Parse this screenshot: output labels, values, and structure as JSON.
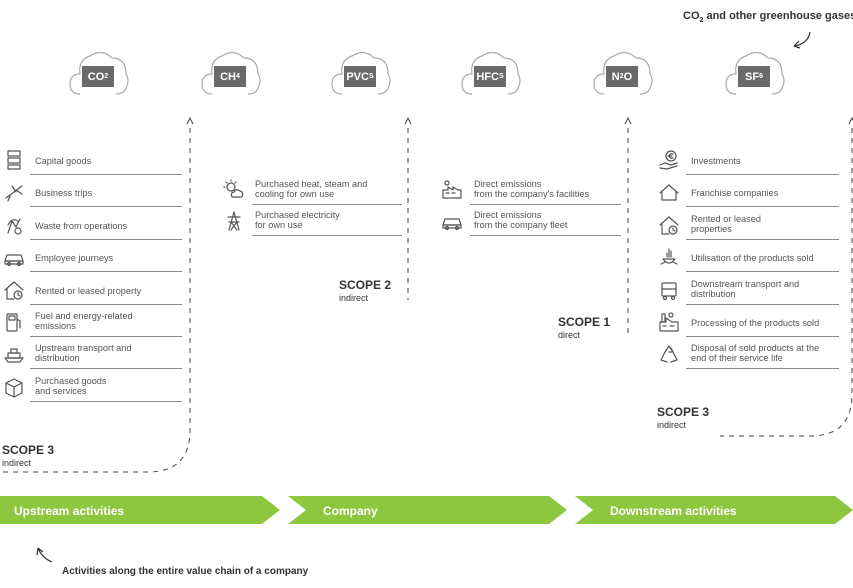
{
  "top_note": {
    "prefix": "CO",
    "sub": "2",
    "suffix": " and other greenhouse gases"
  },
  "gases": [
    {
      "main": "CO",
      "sub": "2"
    },
    {
      "main": "CH",
      "sub": "4"
    },
    {
      "main": "PVC",
      "sub": "S"
    },
    {
      "main": "HFC",
      "sub": "S"
    },
    {
      "main": "N",
      "sub": "2",
      "tail": "O"
    },
    {
      "main": "SF",
      "sub": "6"
    }
  ],
  "scope3_upstream": {
    "title": "SCOPE 3",
    "sub": "indirect",
    "items": [
      {
        "label": "Capital goods",
        "icon": "capital-goods-icon"
      },
      {
        "label": "Business trips",
        "icon": "airplane-icon"
      },
      {
        "label": "Waste from operations",
        "icon": "waste-icon"
      },
      {
        "label": "Employee journeys",
        "icon": "car-icon"
      },
      {
        "label": "Rented or leased property",
        "icon": "house-clock-icon"
      },
      {
        "label": "Fuel and energy-related\nemissions",
        "icon": "fuel-pump-icon"
      },
      {
        "label": "Upstream transport and\ndistribution",
        "icon": "ship-icon"
      },
      {
        "label": "Purchased goods\nand services",
        "icon": "box-icon"
      }
    ]
  },
  "scope2": {
    "title": "SCOPE 2",
    "sub": "indirect",
    "items": [
      {
        "label": "Purchased heat, steam and\ncooling for own use",
        "icon": "sun-cloud-icon"
      },
      {
        "label": "Purchased electricity\nfor own use",
        "icon": "power-tower-icon"
      }
    ]
  },
  "scope1": {
    "title": "SCOPE 1",
    "sub": "direct",
    "items": [
      {
        "label": "Direct emissions\nfrom the company's facilities",
        "icon": "factory-icon"
      },
      {
        "label": "Direct emissions\nfrom the company fleet",
        "icon": "car-icon"
      }
    ]
  },
  "scope3_downstream": {
    "title": "SCOPE 3",
    "sub": "indirect",
    "items": [
      {
        "label": "Investments",
        "icon": "euro-hand-icon"
      },
      {
        "label": "Franchise companies",
        "icon": "house-icon"
      },
      {
        "label": "Rented or leased\nproperties",
        "icon": "house-clock-icon"
      },
      {
        "label": "Utilisation of the products sold",
        "icon": "product-use-icon"
      },
      {
        "label": "Downstream transport and\ndistribution",
        "icon": "truck-icon"
      },
      {
        "label": "Processing of the products sold",
        "icon": "processing-plant-icon"
      },
      {
        "label": "Disposal of sold products at the\nend of their service life",
        "icon": "recycle-icon"
      }
    ]
  },
  "bands": [
    {
      "label": "Upstream activities"
    },
    {
      "label": "Company"
    },
    {
      "label": "Downstream activities"
    }
  ],
  "bottom_note": "Activities along the entire value chain of a company",
  "colors": {
    "band_green": "#8dc63f",
    "gas_box": "#6a6a6a",
    "line": "#8a8a8a"
  }
}
